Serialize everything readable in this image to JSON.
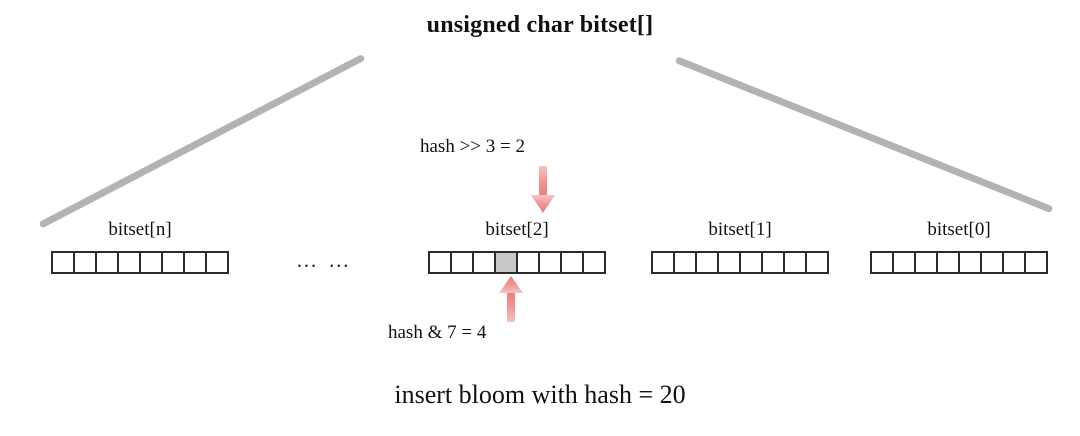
{
  "title": "unsigned char bitset[]",
  "caption": "insert bloom with hash = 20",
  "ellipsis": "… …",
  "colors": {
    "arrow": "#f0908f",
    "set_bit": "#c9c7c7",
    "cell_border": "#2b2b2b",
    "guide_line": "#b3b3b3",
    "background": "#ffffff",
    "text": "#111111"
  },
  "annotations": {
    "shift": "hash >> 3 = 2",
    "mask": "hash & 7 =  4"
  },
  "arrows": [
    {
      "name": "byte-index-arrow",
      "direction": "down",
      "points_to": "bitset[2]"
    },
    {
      "name": "bit-offset-arrow",
      "direction": "up",
      "points_to": "bit 4 of bitset[2]"
    }
  ],
  "groups": [
    {
      "label": "bitset[n]",
      "bits": [
        false,
        false,
        false,
        false,
        false,
        false,
        false,
        false
      ]
    },
    {
      "label": "bitset[2]",
      "bits": [
        false,
        false,
        false,
        true,
        false,
        false,
        false,
        false
      ]
    },
    {
      "label": "bitset[1]",
      "bits": [
        false,
        false,
        false,
        false,
        false,
        false,
        false,
        false
      ]
    },
    {
      "label": "bitset[0]",
      "bits": [
        false,
        false,
        false,
        false,
        false,
        false,
        false,
        false
      ]
    }
  ]
}
